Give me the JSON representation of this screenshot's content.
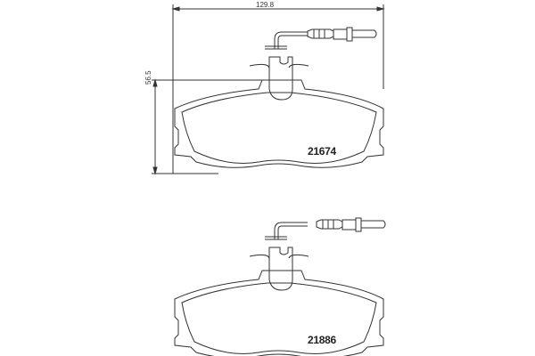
{
  "drawing": {
    "dimensions": {
      "width_mm": "129.8",
      "height_mm": "56.5"
    },
    "pads": [
      {
        "part_number": "21674",
        "has_wear_sensor": true
      },
      {
        "part_number": "21886",
        "has_wear_sensor": true
      }
    ],
    "colors": {
      "line": "#333333",
      "background": "#ffffff"
    }
  }
}
